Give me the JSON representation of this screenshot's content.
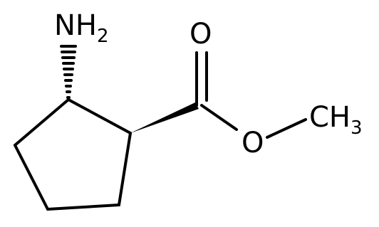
{
  "molecule": {
    "atoms": {
      "amine": {
        "symbol": "NH",
        "subscript": "2"
      },
      "carbonyl_oxygen": {
        "symbol": "O"
      },
      "ester_oxygen": {
        "symbol": "O"
      },
      "methyl": {
        "symbol": "CH",
        "subscript": "3"
      }
    }
  }
}
